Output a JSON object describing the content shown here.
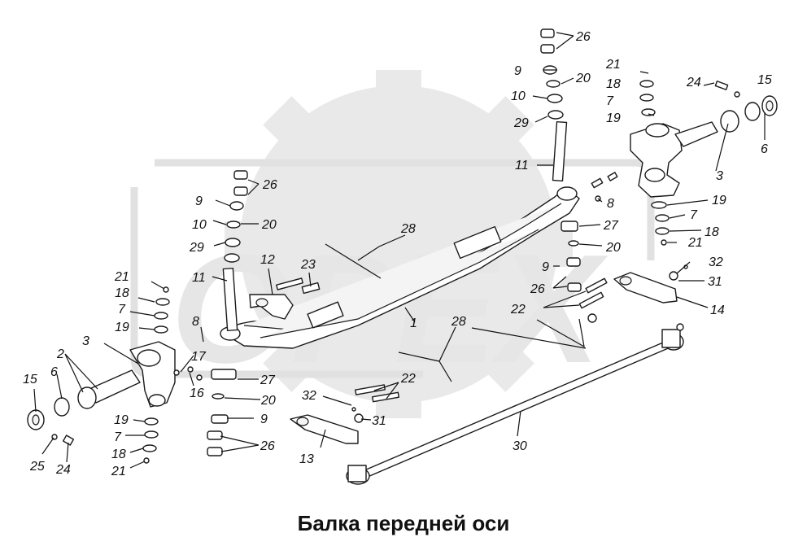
{
  "caption": "Балка передней оси",
  "watermark": {
    "text": "OPEX"
  },
  "labels": {
    "l26a": "26",
    "l9a": "9",
    "l20a": "20",
    "l10a": "10",
    "l29a": "29",
    "l11a": "11",
    "l21a": "21",
    "l18a": "18",
    "l7a": "7",
    "l19a": "19",
    "l24a": "24",
    "l15a": "15",
    "l6a": "6",
    "l3a": "3",
    "l8a": "8",
    "l19b": "19",
    "l7b": "7",
    "l18b": "18",
    "l21b": "21",
    "l27a": "27",
    "l20b": "20",
    "l9b": "9",
    "l26b": "26",
    "l32a": "32",
    "l31a": "31",
    "l14": "14",
    "l22a": "22",
    "l28a": "28",
    "l1": "1",
    "l26c": "26",
    "l9c": "9",
    "l20c": "20",
    "l10c": "10",
    "l29c": "29",
    "l11c": "11",
    "l28b": "28",
    "l12": "12",
    "l23": "23",
    "l21c": "21",
    "l18c": "18",
    "l7c": "7",
    "l19c": "19",
    "l8b": "8",
    "l3b": "3",
    "l2": "2",
    "l17": "17",
    "l16": "16",
    "l15b": "15",
    "l6b": "6",
    "l25": "25",
    "l24b": "24",
    "l19d": "19",
    "l7d": "7",
    "l18d": "18",
    "l21d": "21",
    "l27b": "27",
    "l20d": "20",
    "l9d": "9",
    "l26d": "26",
    "l32b": "32",
    "l31b": "31",
    "l22b": "22",
    "l13": "13",
    "l30": "30"
  },
  "colors": {
    "ink": "#1a1a1a",
    "watermark": "#e9e9e9",
    "background": "#ffffff"
  }
}
